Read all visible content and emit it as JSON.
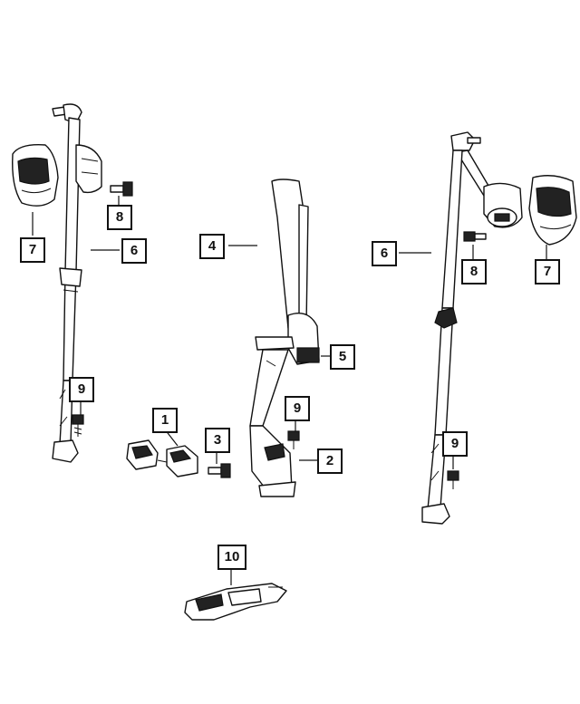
{
  "callouts": {
    "c1": "1",
    "c2": "2",
    "c3": "3",
    "c4": "4",
    "c5": "5",
    "c6_left": "6",
    "c6_right": "6",
    "c7_left": "7",
    "c7_right": "7",
    "c8_left": "8",
    "c8_right": "8",
    "c9_left": "9",
    "c9_center": "9",
    "c9_right": "9",
    "c10": "10"
  }
}
